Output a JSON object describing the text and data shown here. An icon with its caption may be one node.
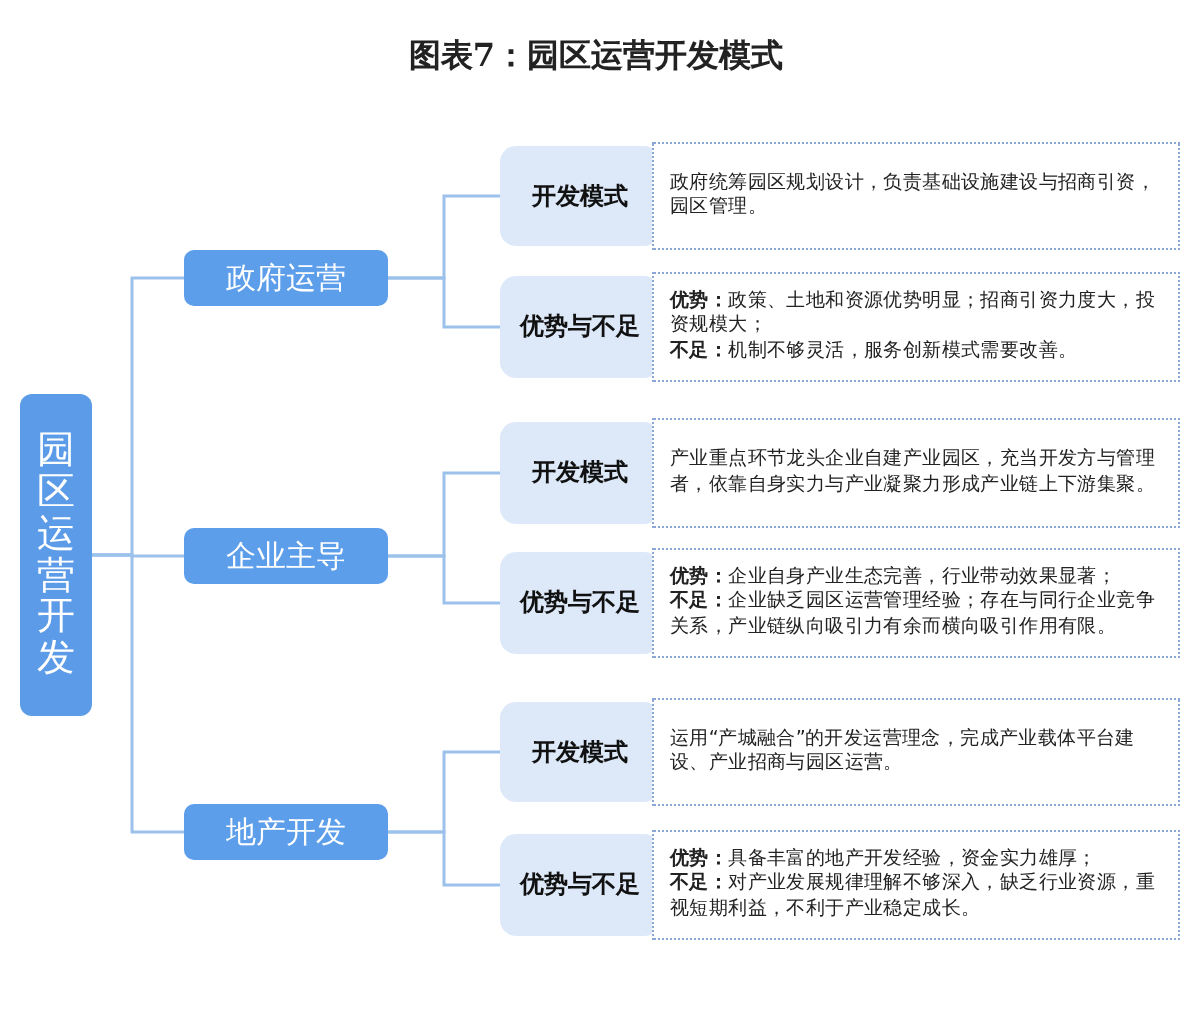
{
  "diagram": {
    "title": "图表7：园区运营开发模式",
    "nodes": [
      {
        "text": [
          "园区运营开发"
        ]
      },
      {
        "text": [
          "政府运营"
        ]
      },
      {
        "text": [
          "开发模式"
        ]
      },
      {
        "text": [
          "政府统筹园区规划设计，负责基础设施建设与招商引资，园区管理。"
        ]
      },
      {
        "text": [
          "优势与不足"
        ]
      },
      {
        "text": [
          "**优势：**政策、土地和资源优势明显；招商引资力度大，投资规模大；",
          "**不足：**机制不够灵活，服务创新模式需要改善。"
        ]
      },
      {
        "text": [
          "企业主导"
        ]
      },
      {
        "text": [
          "开发模式"
        ]
      },
      {
        "text": [
          "产业重点环节龙头企业自建产业园区，充当开发方与管理者，依靠自身实力与产业凝聚力形成产业链上下游集聚。"
        ]
      },
      {
        "text": [
          "优势与不足"
        ]
      },
      {
        "text": [
          "**优势：**企业自身产业生态完善，行业带动效果显著；",
          "**不足：**企业缺乏园区运营管理经验；存在与同行企业竞争关系，产业链纵向吸引力有余而横向吸引作用有限。"
        ]
      },
      {
        "text": [
          "地产开发"
        ]
      },
      {
        "text": [
          "开发模式"
        ]
      },
      {
        "text": [
          "运用“产城融合”的开发运营理念，完成产业载体平台建设、产业招商与园区运营。"
        ]
      },
      {
        "text": [
          "优势与不足"
        ]
      },
      {
        "text": [
          "**优势：**具备丰富的地产开发经验，资金实力雄厚；",
          "**不足：**对产业发展规律理解不够深入，缺乏行业资源，重视短期利益，不利于产业稳定成长。"
        ]
      }
    ],
    "edges": [
      {
        "from": 0,
        "to": 1,
        "arrow": "none"
      },
      {
        "from": 0,
        "to": 6,
        "arrow": "none"
      },
      {
        "from": 0,
        "to": 11,
        "arrow": "none"
      },
      {
        "from": 1,
        "to": 2,
        "arrow": "none"
      },
      {
        "from": 1,
        "to": 4,
        "arrow": "none"
      },
      {
        "from": 6,
        "to": 7,
        "arrow": "none"
      },
      {
        "from": 6,
        "to": 9,
        "arrow": "none"
      },
      {
        "from": 11,
        "to": 12,
        "arrow": "none"
      },
      {
        "from": 11,
        "to": 14,
        "arrow": "none"
      }
    ]
  }
}
